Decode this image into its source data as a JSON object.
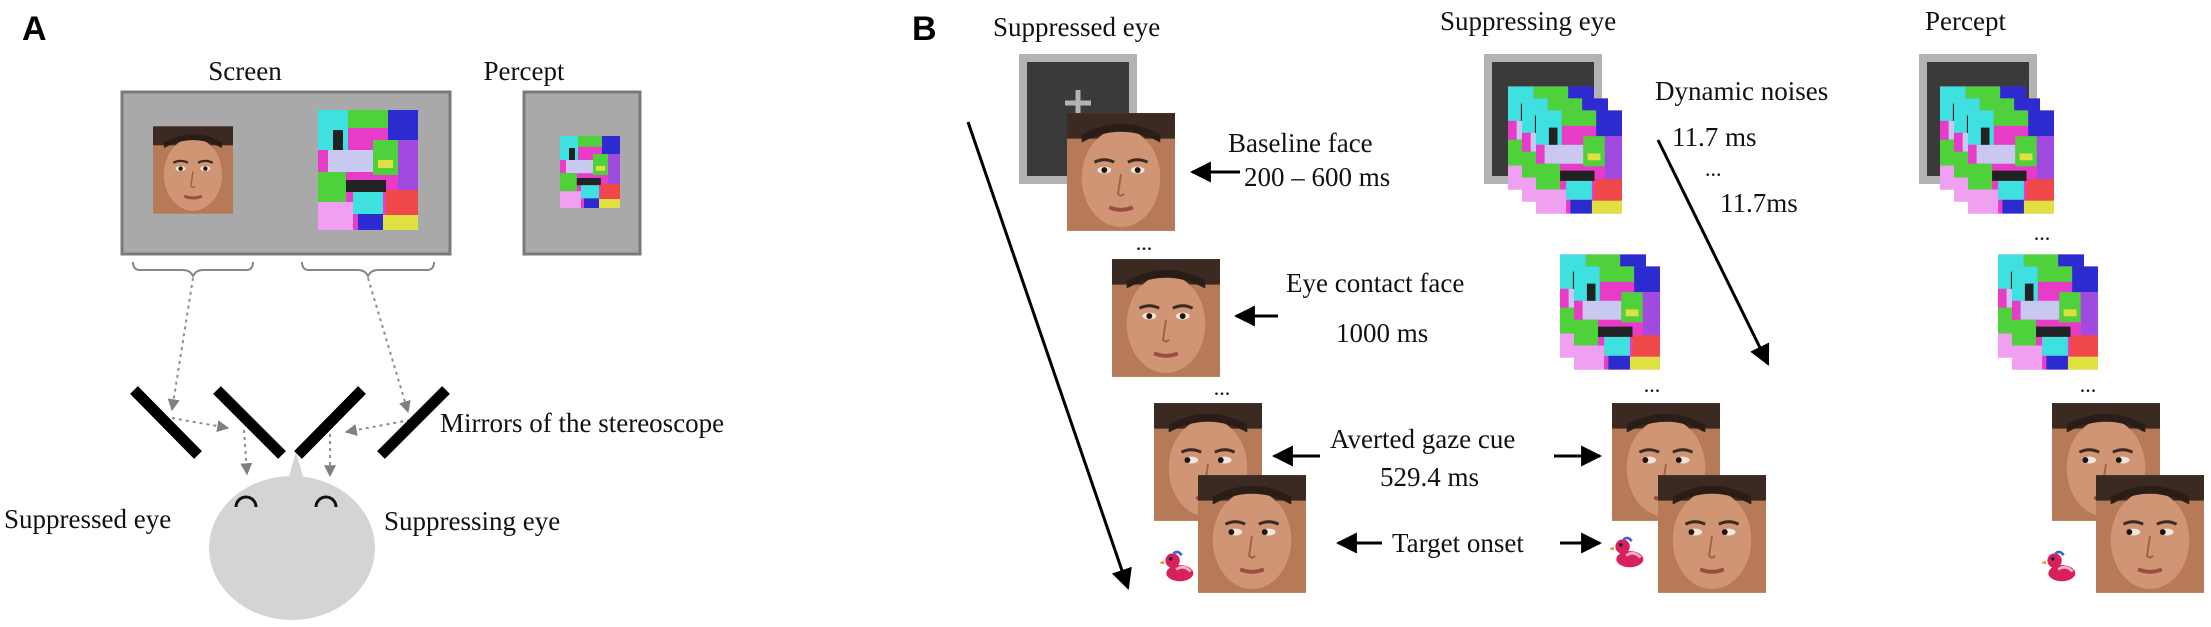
{
  "panel_a": {
    "letter": "A",
    "screen_label": "Screen",
    "percept_label": "Percept",
    "mirrors_label": "Mirrors of the stereoscope",
    "suppressed_eye_label": "Suppressed eye",
    "suppressing_eye_label": "Suppressing eye"
  },
  "panel_b": {
    "letter": "B",
    "suppressed_eye_title": "Suppressed eye",
    "suppressing_eye_title": "Suppressing eye",
    "percept_title": "Percept",
    "dynamic_noises": "Dynamic noises",
    "noise_t1": "11.7 ms",
    "noise_dots": "...",
    "noise_t2": "11.7ms",
    "baseline_face": "Baseline face",
    "baseline_time": "200 – 600 ms",
    "eye_contact_face": "Eye contact face",
    "eye_contact_time": "1000 ms",
    "averted_gaze": "Averted gaze cue",
    "averted_time": "529.4 ms",
    "target_onset": "Target onset",
    "ellipsis": "..."
  },
  "colors": {
    "screen_gray": "#a9a9a9",
    "border_gray": "#7a7a7a",
    "dark_frame": "#3a3a3a",
    "frame_border": "#b3b3b3",
    "head_gray": "#d4d4d4",
    "skin": "#c98f6c",
    "skin_dark": "#a86e4e",
    "noise": [
      "#e83cc8",
      "#4fd13c",
      "#2b2bd0",
      "#3fe0e0",
      "#c8c8f0",
      "#f04848",
      "#e0e040",
      "#222222",
      "#a04ae0",
      "#f0a0f0"
    ]
  }
}
